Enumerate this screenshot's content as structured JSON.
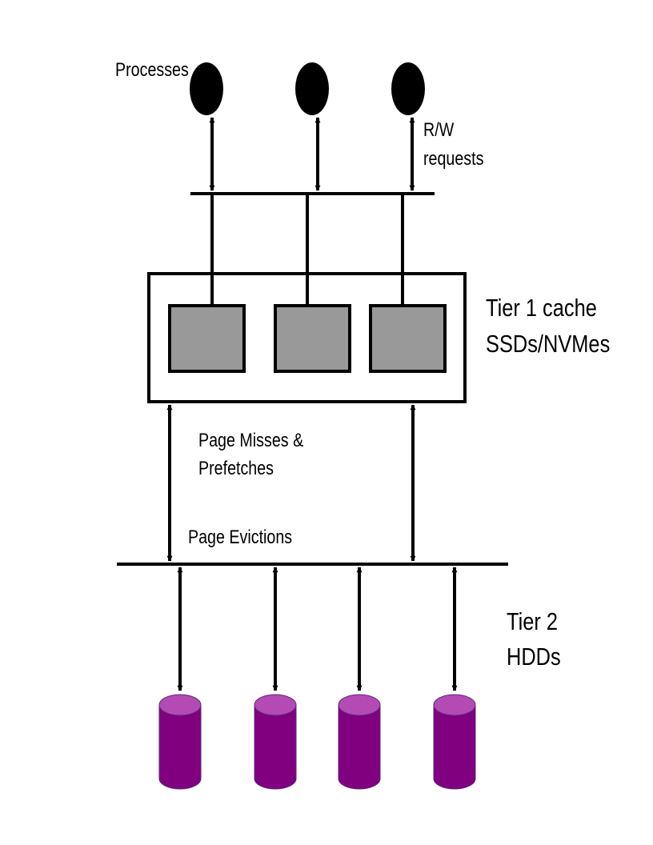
{
  "labels": {
    "processes": "Processes",
    "rw_requests_line1": "R/W",
    "rw_requests_line2": "requests",
    "tier1_line1": "Tier 1 cache",
    "tier1_line2": "SSDs/NVMes",
    "page_misses_line1": "Page Misses &",
    "page_misses_line2": "Prefetches",
    "page_evictions": "Page Evictions",
    "tier2_line1": "Tier 2",
    "tier2_line2": "HDDs"
  },
  "colors": {
    "line": "#000000",
    "process_node": "#000000",
    "cache_block": "#999999",
    "hdd_body": "#800080",
    "hdd_top": "#b44ab4"
  },
  "counts": {
    "processes": 3,
    "cache_blocks": 3,
    "hdds": 4
  }
}
